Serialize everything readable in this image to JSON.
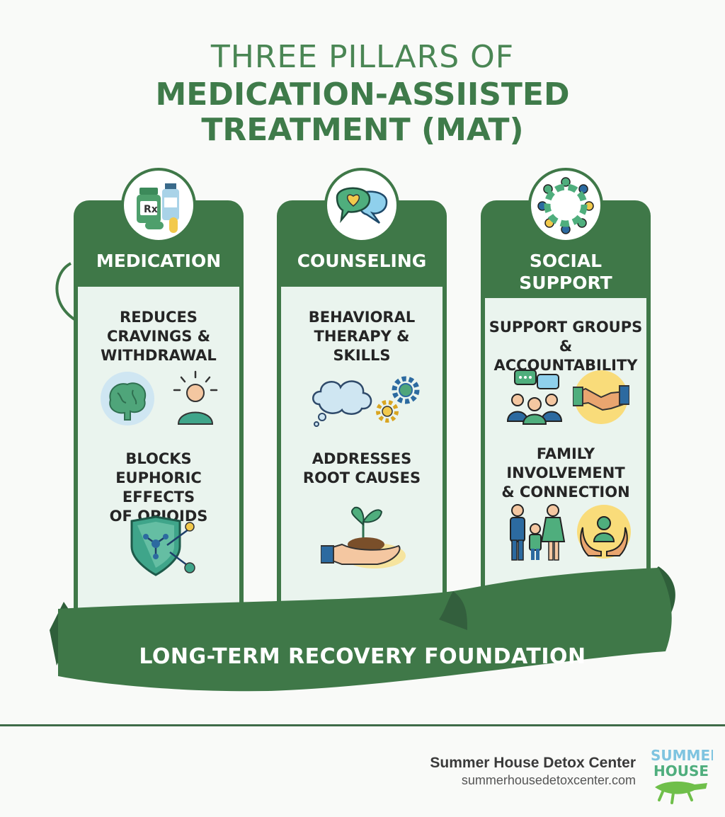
{
  "title": {
    "line1": "THREE PILLARS OF",
    "line2": "MEDICATION-ASSIISTED",
    "line3": "TREATMENT (MAT)"
  },
  "colors": {
    "pillar": "#3f7848",
    "panel": "#eaf4ee",
    "title": "#3f7b4a"
  },
  "pillars": [
    {
      "heading": "MEDICATION",
      "badge_icon": "medicine-bottles-icon",
      "items": [
        {
          "text": "REDUCES\nCRAVINGS &\nWITHDRAWAL",
          "icons": [
            "brain-icon",
            "person-relief-icon"
          ]
        },
        {
          "text": "BLOCKS\nEUPHORIC EFFECTS\nOF OPIOIDS",
          "icons": [
            "shield-molecule-icon"
          ]
        }
      ]
    },
    {
      "heading": "COUNSELING",
      "badge_icon": "chat-bubbles-heart-icon",
      "items": [
        {
          "text": "BEHAVIORAL\nTHERAPY &\nSKILLS",
          "icons": [
            "thought-cloud-icon",
            "gears-icon"
          ]
        },
        {
          "text": "ADDRESSES\nROOT CAUSES",
          "icons": [
            "hand-sprout-icon"
          ]
        }
      ]
    },
    {
      "heading": "SOCIAL\nSUPPORT",
      "badge_icon": "people-circle-icon",
      "items": [
        {
          "text": "SUPPORT GROUPS\n& ACCOUNTABILITY",
          "icons": [
            "group-chat-icon",
            "handshake-icon"
          ]
        },
        {
          "text": "FAMILY\nINVOLVEMENT\n& CONNECTION",
          "icons": [
            "family-icon",
            "hands-person-icon"
          ]
        }
      ]
    }
  ],
  "ribbon": {
    "label": "LONG-TERM RECOVERY FOUNDATION"
  },
  "footer": {
    "name": "Summer House Detox Center",
    "url": "summerhousedetoxcenter.com",
    "logo_text": "SUMMER HOUSE"
  }
}
